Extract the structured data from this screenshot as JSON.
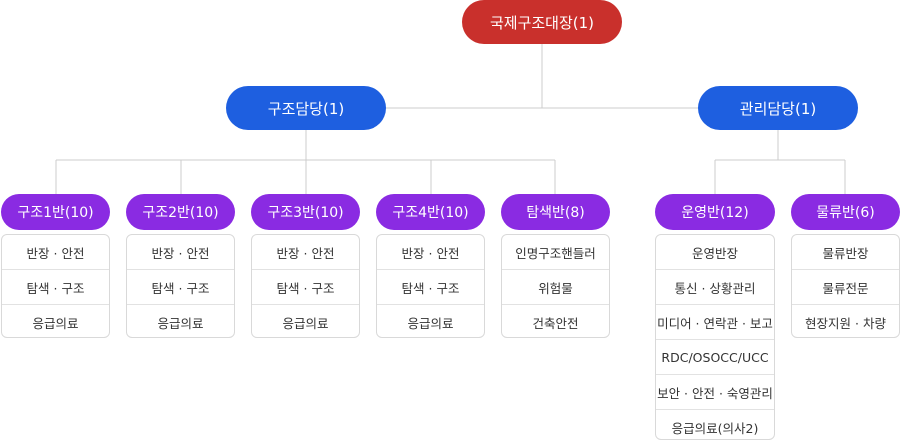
{
  "top": {
    "label": "국제구조대장(1)"
  },
  "divisions": [
    {
      "label": "구조담당(1)"
    },
    {
      "label": "관리담당(1)"
    }
  ],
  "teams": [
    {
      "label": "구조1반(10)",
      "duties": [
        "반장 · 안전",
        "탐색 · 구조",
        "응급의료"
      ]
    },
    {
      "label": "구조2반(10)",
      "duties": [
        "반장 · 안전",
        "탐색 · 구조",
        "응급의료"
      ]
    },
    {
      "label": "구조3반(10)",
      "duties": [
        "반장 · 안전",
        "탐색 · 구조",
        "응급의료"
      ]
    },
    {
      "label": "구조4반(10)",
      "duties": [
        "반장 · 안전",
        "탐색 · 구조",
        "응급의료"
      ]
    },
    {
      "label": "탐색반(8)",
      "duties": [
        "인명구조핸들러",
        "위험물",
        "건축안전"
      ]
    },
    {
      "label": "운영반(12)",
      "duties": [
        "운영반장",
        "통신 · 상황관리",
        "미디어 · 연락관 · 보고",
        "RDC/OSOCC/UCC",
        "보안 · 안전 · 숙영관리",
        "응급의료(의사2)"
      ]
    },
    {
      "label": "물류반(6)",
      "duties": [
        "물류반장",
        "물류전문",
        "현장지원 · 차량"
      ]
    }
  ],
  "colors": {
    "top": "#c9302c",
    "division": "#1e5fe0",
    "team": "#8a2be2",
    "line": "#cccccc"
  }
}
